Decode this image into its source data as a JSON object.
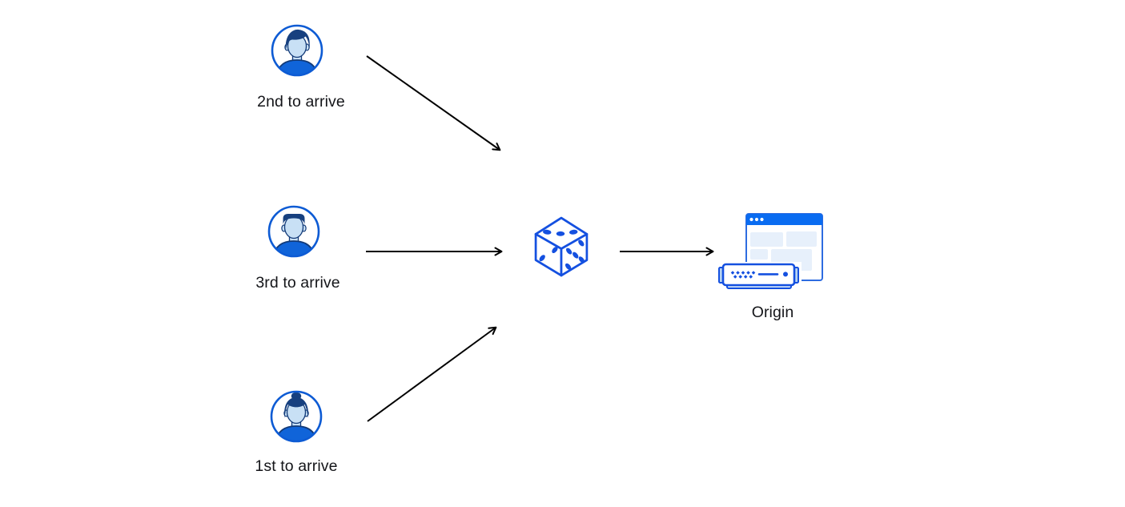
{
  "diagram": {
    "clients": [
      {
        "label": "2nd to arrive",
        "icon": "user-avatar-icon",
        "persona": "man-side-swept-hair"
      },
      {
        "label": "3rd to arrive",
        "icon": "user-avatar-icon",
        "persona": "man-flat-top-hair"
      },
      {
        "label": "1st to arrive",
        "icon": "user-avatar-icon",
        "persona": "woman-bun-hair"
      }
    ],
    "randomizer": {
      "icon": "dice-icon",
      "pips_visible": {
        "top_face": 3,
        "left_face": 2,
        "right_face": 5
      }
    },
    "origin": {
      "label": "Origin",
      "icon": "origin-server-browser-icon"
    },
    "edges": [
      {
        "from": "2nd to arrive",
        "to": "dice"
      },
      {
        "from": "3rd to arrive",
        "to": "dice"
      },
      {
        "from": "1st to arrive",
        "to": "dice"
      },
      {
        "from": "dice",
        "to": "Origin"
      }
    ]
  },
  "colors": {
    "background": "#ffffff",
    "icon_blue": "#1450e0",
    "window_border_blue": "#2e6ce0",
    "titlebar_blue": "#0a6cf1",
    "panel_light_blue": "#e7f0fb",
    "avatar_ring_blue": "#0d5bd4",
    "hair_navy": "#17407f",
    "skin_light_blue": "#c8e0f5",
    "shirt_blue": "#1064d9",
    "server_ear_blue": "#b7d4f2",
    "server_base_blue": "#cfe3f8",
    "arrow_black": "#000000",
    "label_text": "#141519"
  }
}
